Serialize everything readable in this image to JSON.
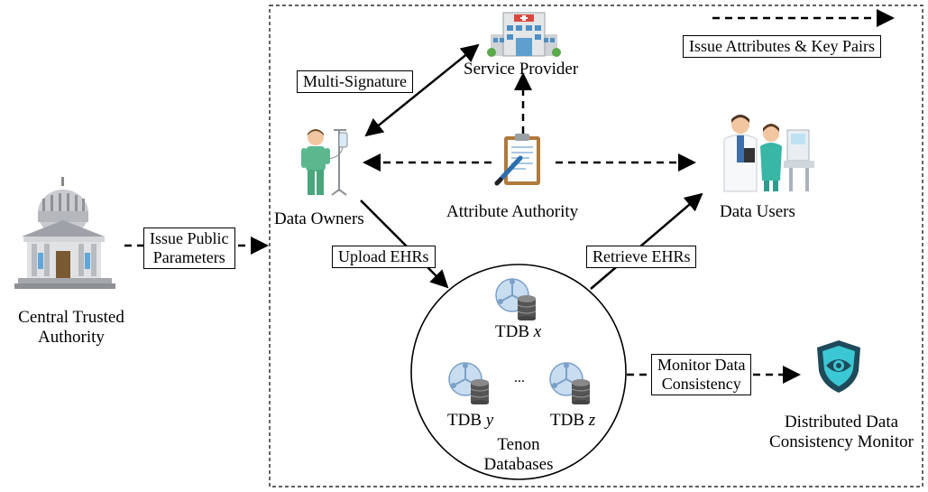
{
  "nodes": {
    "central_authority": {
      "line1": "Central Trusted",
      "line2": "Authority"
    },
    "service_provider": "Service Provider",
    "data_owners": "Data Owners",
    "attribute_authority": "Attribute Authority",
    "data_users": "Data Users",
    "tenon_db": {
      "line1": "Tenon",
      "line2": "Databases"
    },
    "tdb_x": {
      "prefix": "TDB ",
      "var": "x"
    },
    "tdb_y": {
      "prefix": "TDB ",
      "var": "y"
    },
    "tdb_z": {
      "prefix": "TDB ",
      "var": "z"
    },
    "ellipsis": "...",
    "monitor": {
      "line1": "Distributed Data",
      "line2": "Consistency Monitor"
    }
  },
  "edges": {
    "multi_signature": "Multi-Signature",
    "issue_public_params": {
      "line1": "Issue Public",
      "line2": "Parameters"
    },
    "upload_ehrs": "Upload EHRs",
    "retrieve_ehrs": "Retrieve EHRs",
    "monitor_consistency": {
      "line1": "Monitor Data",
      "line2": "Consistency"
    }
  },
  "legend": {
    "dashed_arrow": "Issue Attributes & Key Pairs"
  }
}
